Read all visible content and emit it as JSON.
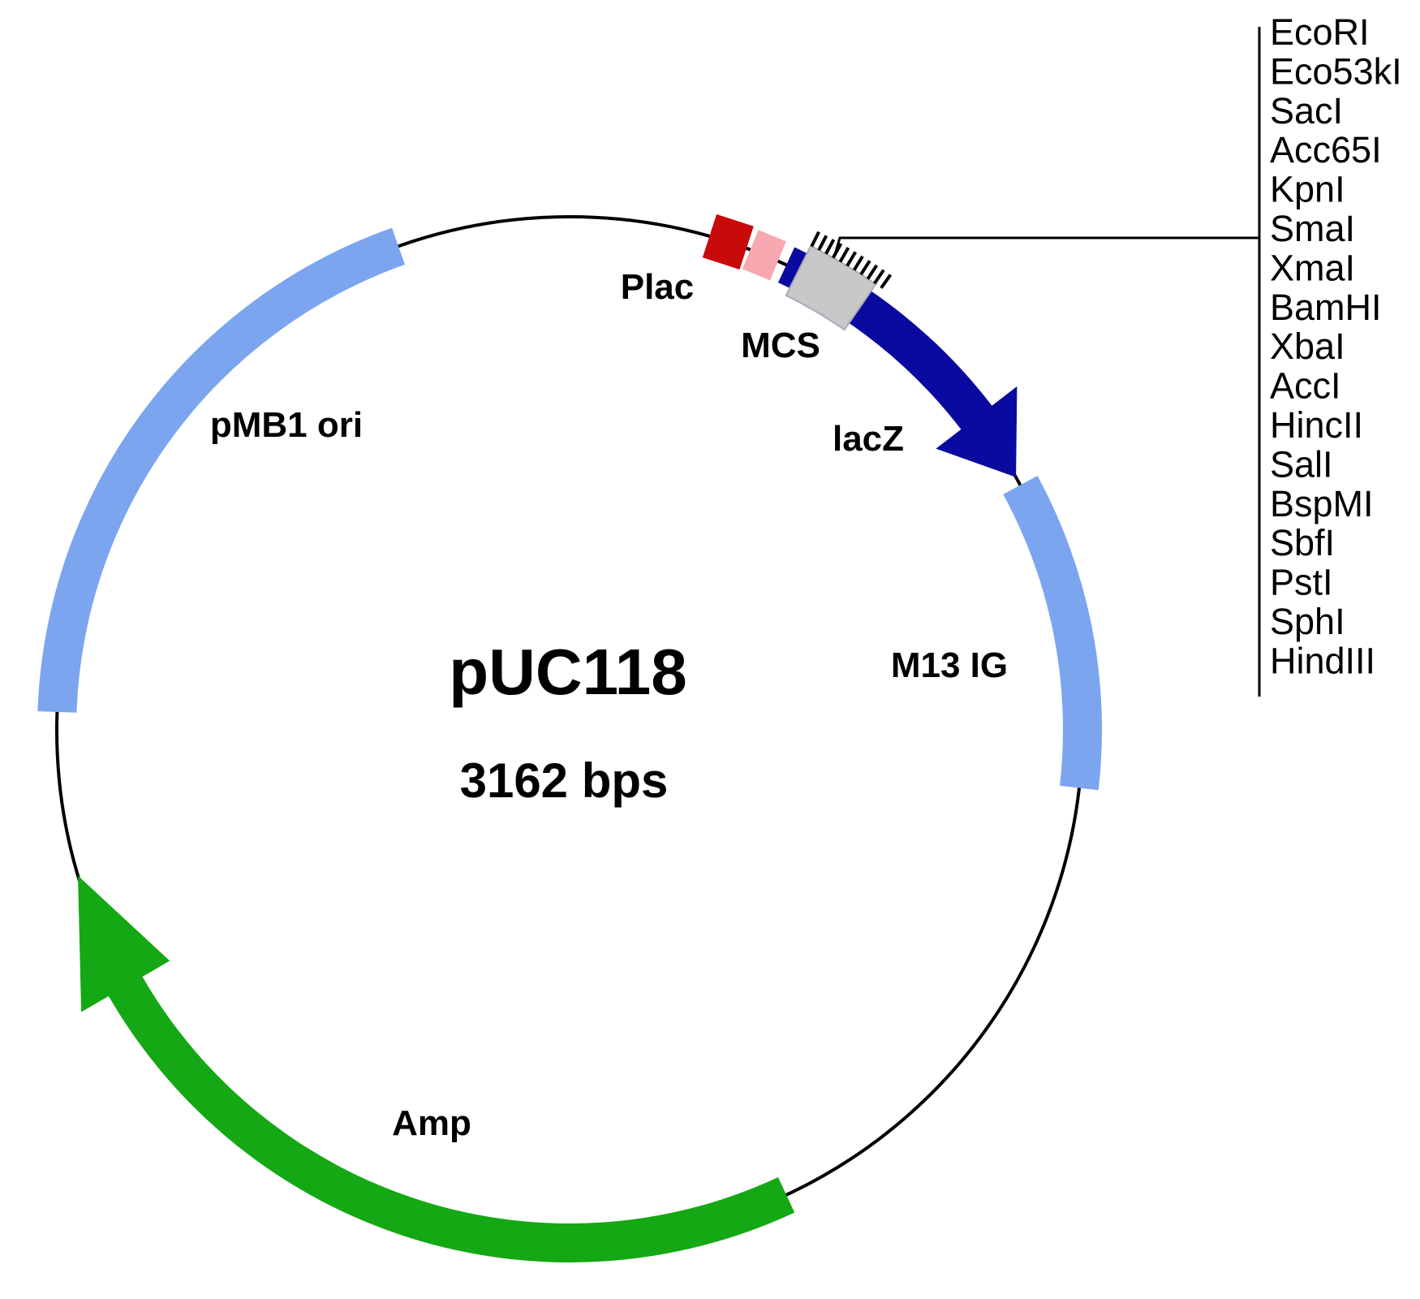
{
  "diagram": {
    "type": "plasmid-map",
    "title": "pUC118",
    "subtitle": "3162 bps"
  },
  "colors": {
    "backbone": "#000000",
    "light_blue": "#7CA5F0",
    "dark_blue": "#0A0AA0",
    "green": "#14A814",
    "red": "#C80A0A",
    "pink": "#F8A8B0",
    "gray": "#C8C8C8",
    "gray_border": "#AAAAB8"
  },
  "features": [
    {
      "id": "pmb1-ori",
      "label": "pMB1 ori",
      "shape": "band",
      "start": -88,
      "end": -19.5,
      "color": "light_blue"
    },
    {
      "id": "plac",
      "label": "Plac",
      "shape": "box",
      "angle": 18,
      "w": 48,
      "h": 56,
      "color": "red"
    },
    {
      "id": "plac-op",
      "label": "",
      "shape": "box",
      "angle": 22.3,
      "w": 37,
      "h": 52,
      "color": "pink"
    },
    {
      "id": "lacz",
      "label": "lacZ",
      "shape": "arrow",
      "start": 25,
      "end": 60.5,
      "head": 8,
      "color": "dark_blue"
    },
    {
      "id": "mcs",
      "label": "MCS",
      "shape": "block",
      "start": 26.5,
      "end": 34.5,
      "color": "gray",
      "tick_count": 11,
      "tick_start": 26.6,
      "tick_end": 35.2
    },
    {
      "id": "m13-ig",
      "label": "M13 IG",
      "shape": "band",
      "start": 61.5,
      "end": 96.5,
      "color": "light_blue"
    },
    {
      "id": "amp",
      "label": "Amp",
      "shape": "arrow",
      "start": 155,
      "end": 253.5,
      "head": 13.5,
      "color": "green"
    }
  ],
  "enzymes": [
    "EcoRI",
    "Eco53kI",
    "SacI",
    "Acc65I",
    "KpnI",
    "SmaI",
    "XmaI",
    "BamHI",
    "XbaI",
    "AccI",
    "HincII",
    "SalI",
    "BspMI",
    "SbfI",
    "PstI",
    "SphI",
    "HindIII"
  ]
}
